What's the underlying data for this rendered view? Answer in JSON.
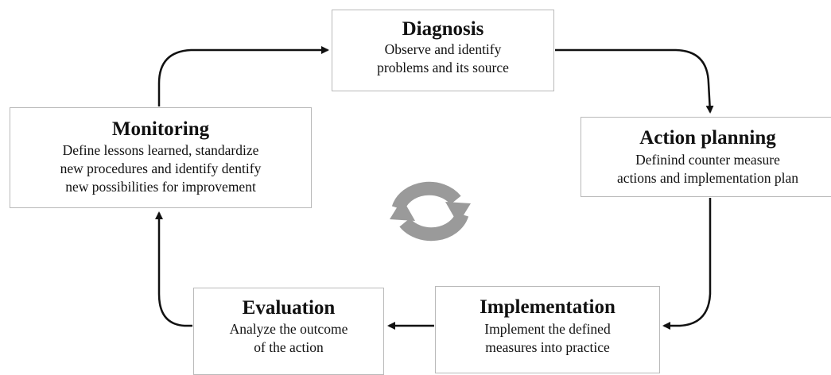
{
  "stages": {
    "diagnosis": {
      "title": "Diagnosis",
      "lines": [
        "Observe and identify",
        "problems  and its source"
      ]
    },
    "action_planning": {
      "title": "Action planning",
      "lines": [
        "Definind counter measure",
        "actions and implementation plan"
      ]
    },
    "implementation": {
      "title": "Implementation",
      "lines": [
        "Implement the defined",
        "measures into practice"
      ]
    },
    "evaluation": {
      "title": "Evaluation",
      "lines": [
        "Analyze the outcome",
        "of the action"
      ]
    },
    "monitoring": {
      "title": "Monitoring",
      "lines": [
        "Define lessons learned, standardize",
        "new procedures and identify dentify",
        "new possibilities for improvement"
      ]
    }
  },
  "center_icon": "cycle-refresh-icon",
  "colors": {
    "arrow": "#111111",
    "box_border": "#b9b9b9",
    "icon": "#9a9a9a"
  }
}
